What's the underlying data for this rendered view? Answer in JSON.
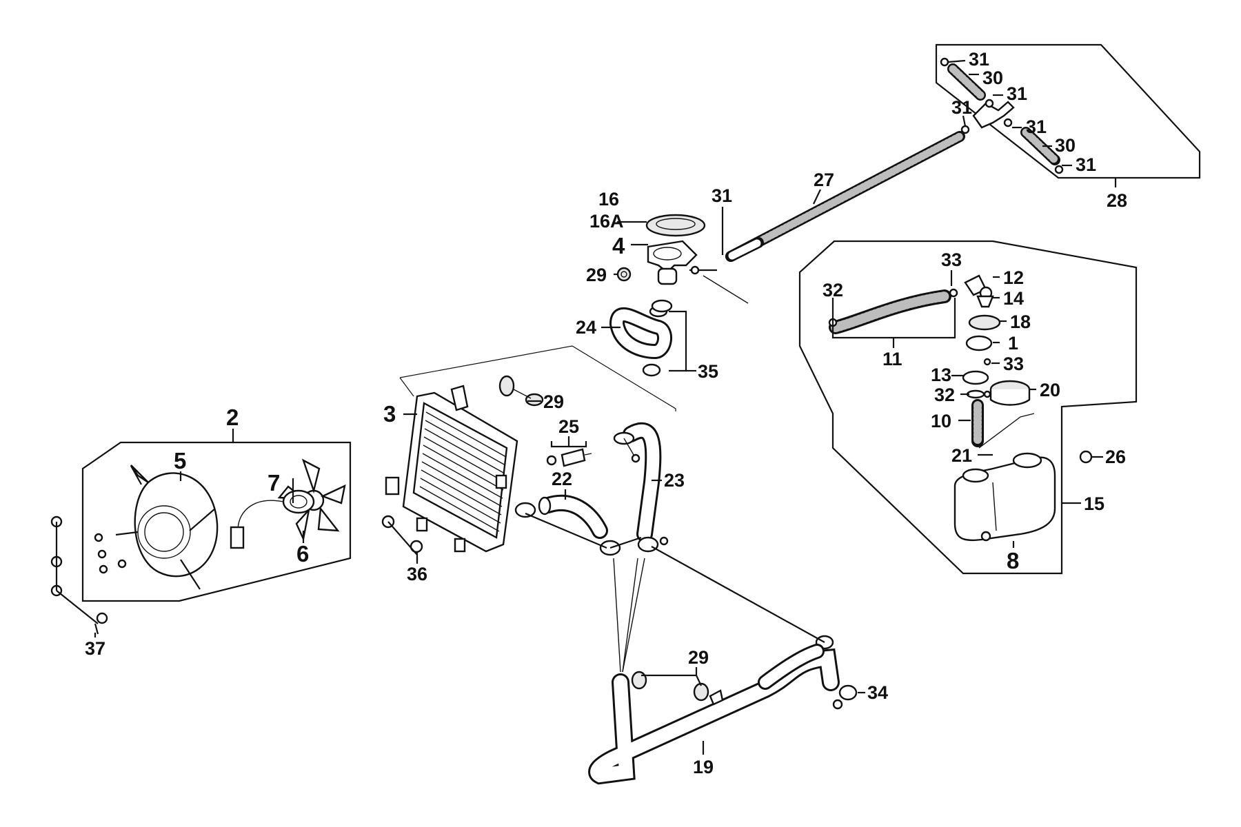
{
  "diagram": {
    "labels": {
      "l1": "1",
      "l2": "2",
      "l3": "3",
      "l4": "4",
      "l5": "5",
      "l6": "6",
      "l7": "7",
      "l8": "8",
      "l10": "10",
      "l11": "11",
      "l12": "12",
      "l13": "13",
      "l14": "14",
      "l15": "15",
      "l16": "16",
      "l16a": "16A",
      "l18": "18",
      "l19": "19",
      "l20": "20",
      "l21": "21",
      "l22": "22",
      "l23": "23",
      "l24": "24",
      "l25": "25",
      "l26": "26",
      "l27": "27",
      "l28": "28",
      "l29a": "29",
      "l29b": "29",
      "l29c": "29",
      "l30a": "30",
      "l30b": "30",
      "l31a": "31",
      "l31b": "31",
      "l31c": "31",
      "l31d": "31",
      "l31e": "31",
      "l31f": "31",
      "l32a": "32",
      "l32b": "32",
      "l33a": "33",
      "l33b": "33",
      "l34": "34",
      "l35": "35",
      "l36": "36",
      "l37": "37"
    }
  }
}
